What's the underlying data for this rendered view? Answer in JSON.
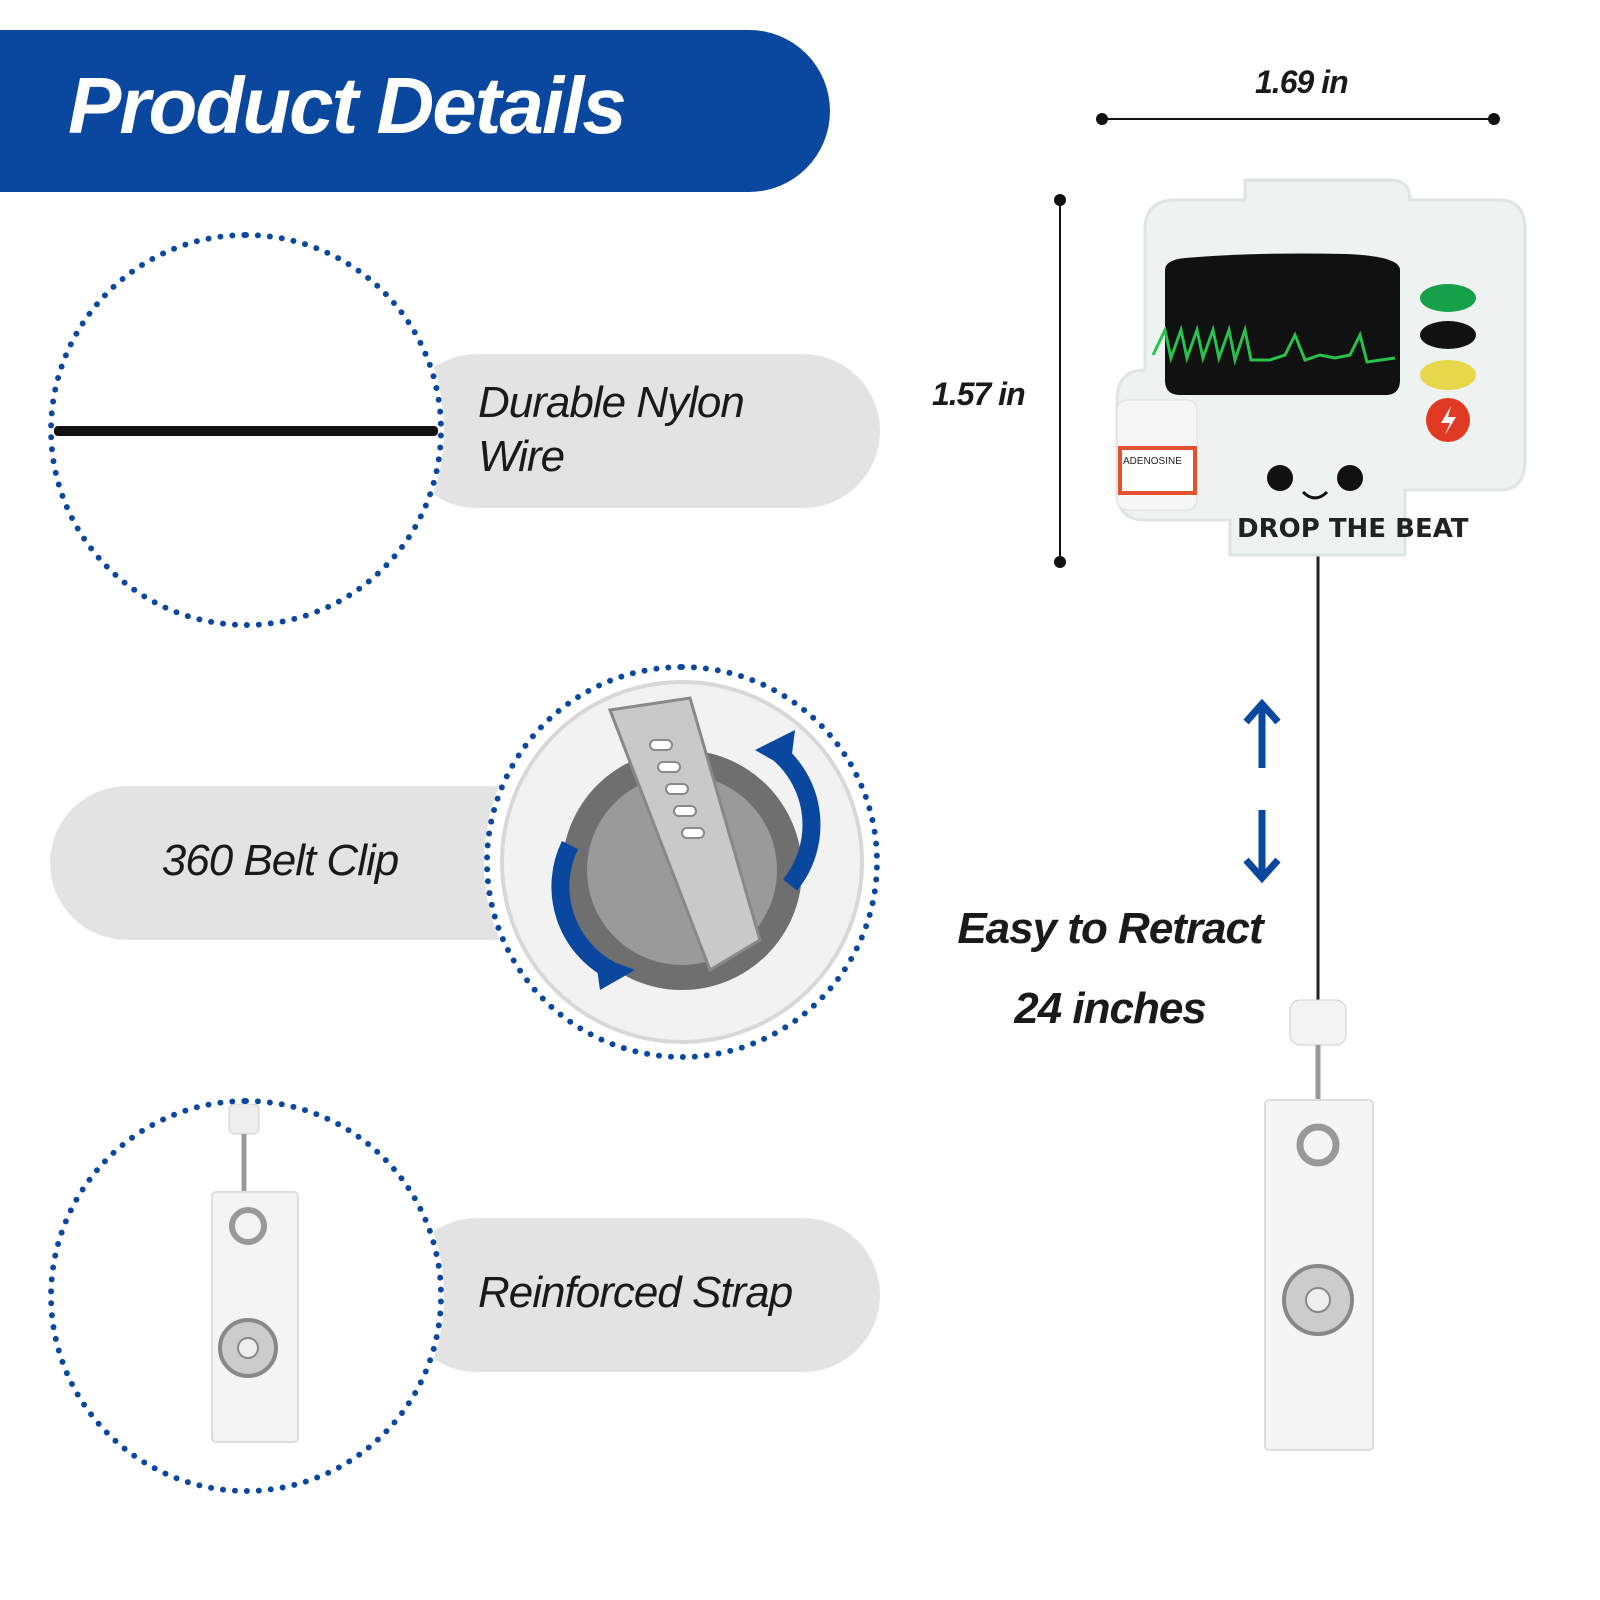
{
  "header": {
    "title": "Product Details"
  },
  "features": [
    {
      "label": "Durable Nylon Wire"
    },
    {
      "label": "360 Belt Clip"
    },
    {
      "label": "Reinforced Strap"
    }
  ],
  "dimensions": {
    "width": "1.69 in",
    "height": "1.57 in"
  },
  "badge": {
    "slogan": "DROP THE BEAT",
    "vial_label": "ADENOSINE"
  },
  "retract": {
    "title": "Easy to Retract",
    "length": "24 inches"
  },
  "colors": {
    "brand_blue": "#0a479f",
    "pill_grey": "#e3e3e3"
  }
}
